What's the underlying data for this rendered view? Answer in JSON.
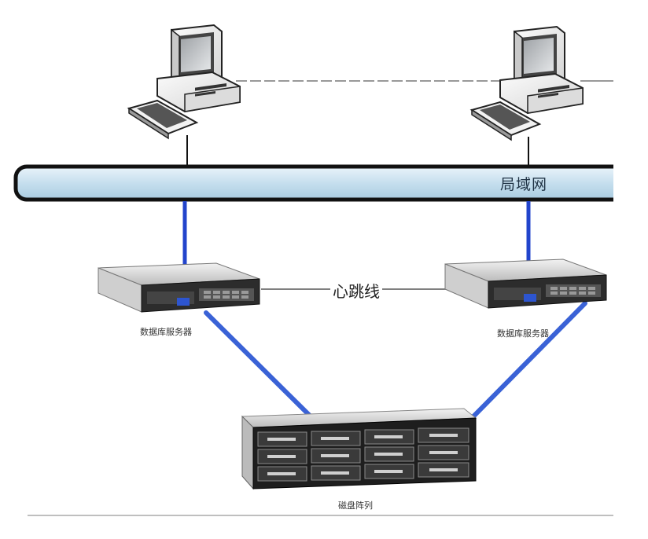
{
  "labels": {
    "lan": "局域网",
    "heartbeat": "心跳线",
    "server_left": "数据库服务器",
    "server_right": "数据库服务器",
    "disk_array": "磁盘阵列"
  },
  "colors": {
    "lan_bar_fill": "#c9e0ee",
    "lan_bar_border": "#111111",
    "link_blue": "#2244cc",
    "link_fibre": "#3a62d6"
  },
  "icons": [
    "desktop-computer-icon",
    "rack-server-icon",
    "disk-array-icon"
  ]
}
